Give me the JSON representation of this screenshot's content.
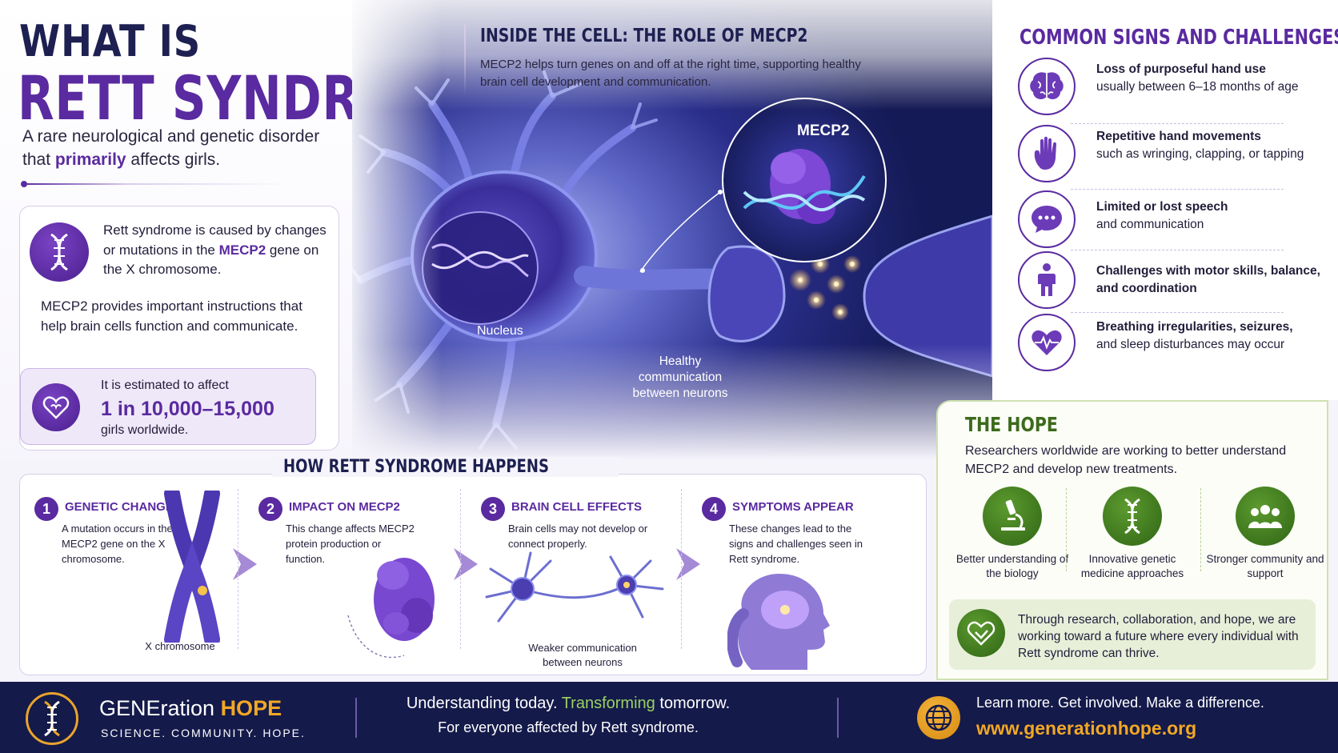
{
  "header": {
    "title_line1": "WHAT IS",
    "title_line2": "RETT SYNDROME?",
    "subtitle_before": "A rare neurological and genetic disorder that ",
    "subtitle_highlight": "primarily",
    "subtitle_after": " affects girls."
  },
  "cause": {
    "text_before": "Rett syndrome is caused by changes or mutations in the ",
    "gene": "MECP2",
    "text_after": " gene on the X chromosome.",
    "provides": "MECP2 provides important instructions that help brain cells function and communicate.",
    "estimate_intro": "It is estimated to affect",
    "estimate_value": "1 in 10,000–15,000",
    "estimate_outro": "girls worldwide."
  },
  "inside_cell": {
    "title": "INSIDE THE CELL: THE ROLE OF MECP2",
    "text": "MECP2 helps turn genes on and off at the right time, supporting healthy brain cell development and communication.",
    "nucleus_label": "Nucleus",
    "mecp2_label": "MECP2",
    "communication_label": "Healthy communication between neurons"
  },
  "signs": {
    "title": "COMMON SIGNS AND CHALLENGES",
    "items": [
      {
        "icon": "brain-icon",
        "bold": "Loss of purposeful hand use",
        "rest": "usually between 6–18 months of age"
      },
      {
        "icon": "hand-icon",
        "bold": "Repetitive hand movements",
        "rest": "such as wringing, clapping, or tapping"
      },
      {
        "icon": "speech-bubble-icon",
        "bold": "Limited or lost speech",
        "rest": "and communication"
      },
      {
        "icon": "person-icon",
        "bold": "Challenges with motor skills, balance, and coordination",
        "rest": ""
      },
      {
        "icon": "heartbeat-icon",
        "bold": "Breathing irregularities, seizures,",
        "rest": "and sleep disturbances may occur"
      }
    ]
  },
  "hope": {
    "title": "THE HOPE",
    "text": "Researchers worldwide are working to better understand MECP2 and develop new treatments.",
    "items": [
      {
        "icon": "microscope-icon",
        "caption": "Better understanding of the biology"
      },
      {
        "icon": "dna-icon",
        "caption": "Innovative genetic medicine approaches"
      },
      {
        "icon": "community-icon",
        "caption": "Stronger community and support"
      }
    ],
    "banner": "Through research, collaboration, and hope, we are working toward a future where every individual with Rett syndrome can thrive."
  },
  "how": {
    "title": "HOW RETT SYNDROME HAPPENS",
    "steps": [
      {
        "num": "1",
        "title": "GENETIC CHANGE",
        "text": "A mutation occurs in the MECP2 gene on the X chromosome.",
        "caption": "X chromosome"
      },
      {
        "num": "2",
        "title": "IMPACT ON MECP2",
        "text": "This change affects MECP2 protein production or function.",
        "caption": ""
      },
      {
        "num": "3",
        "title": "BRAIN CELL EFFECTS",
        "text": "Brain cells may not develop or connect properly.",
        "caption": "Weaker communication between neurons"
      },
      {
        "num": "4",
        "title": "SYMPTOMS APPEAR",
        "text": "These changes lead to the signs and challenges seen in Rett syndrome.",
        "caption": ""
      }
    ]
  },
  "footer": {
    "brand_prefix": "GENEration ",
    "brand_hope": "HOPE",
    "tagline": "SCIENCE. COMMUNITY. HOPE.",
    "mid_before": "Understanding today. ",
    "mid_green": "Transforming",
    "mid_after": " tomorrow.",
    "mid_line2": "For everyone affected by Rett syndrome.",
    "cta": "Learn more. Get involved. Make a difference.",
    "url": "www.generationhope.org"
  },
  "colors": {
    "purple": "#5a2aa0",
    "navy": "#1d2050",
    "green": "#3d6b1c",
    "orange": "#f2a825"
  }
}
